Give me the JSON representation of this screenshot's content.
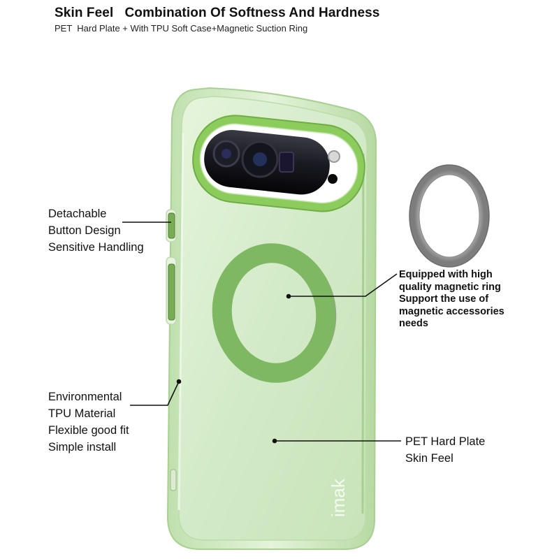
{
  "header": {
    "title": "Skin Feel   Combination Of Softness And Hardness",
    "subtitle": "PET  Hard Plate + With TPU Soft Case+Magnetic Suction Ring"
  },
  "callouts": {
    "button": {
      "lines": [
        "Detachable",
        "Button Design",
        "Sensitive Handling"
      ]
    },
    "magnetic_ring": {
      "lines": [
        "Equipped with high",
        "quality magnetic ring",
        "Support the use of",
        "magnetic accessories",
        "needs"
      ]
    },
    "tpu": {
      "lines": [
        "Environmental",
        "TPU Material",
        "Flexible good fit",
        "Simple install"
      ]
    },
    "pet": {
      "lines": [
        "PET Hard Plate",
        "Skin Feel"
      ]
    }
  },
  "product": {
    "brand_logo": "imak",
    "case_color": "#cfe8c4",
    "accent_color": "#7dbf5a",
    "ring_color": "#7fb862",
    "metal_ring_color": "#9a9a9a"
  }
}
